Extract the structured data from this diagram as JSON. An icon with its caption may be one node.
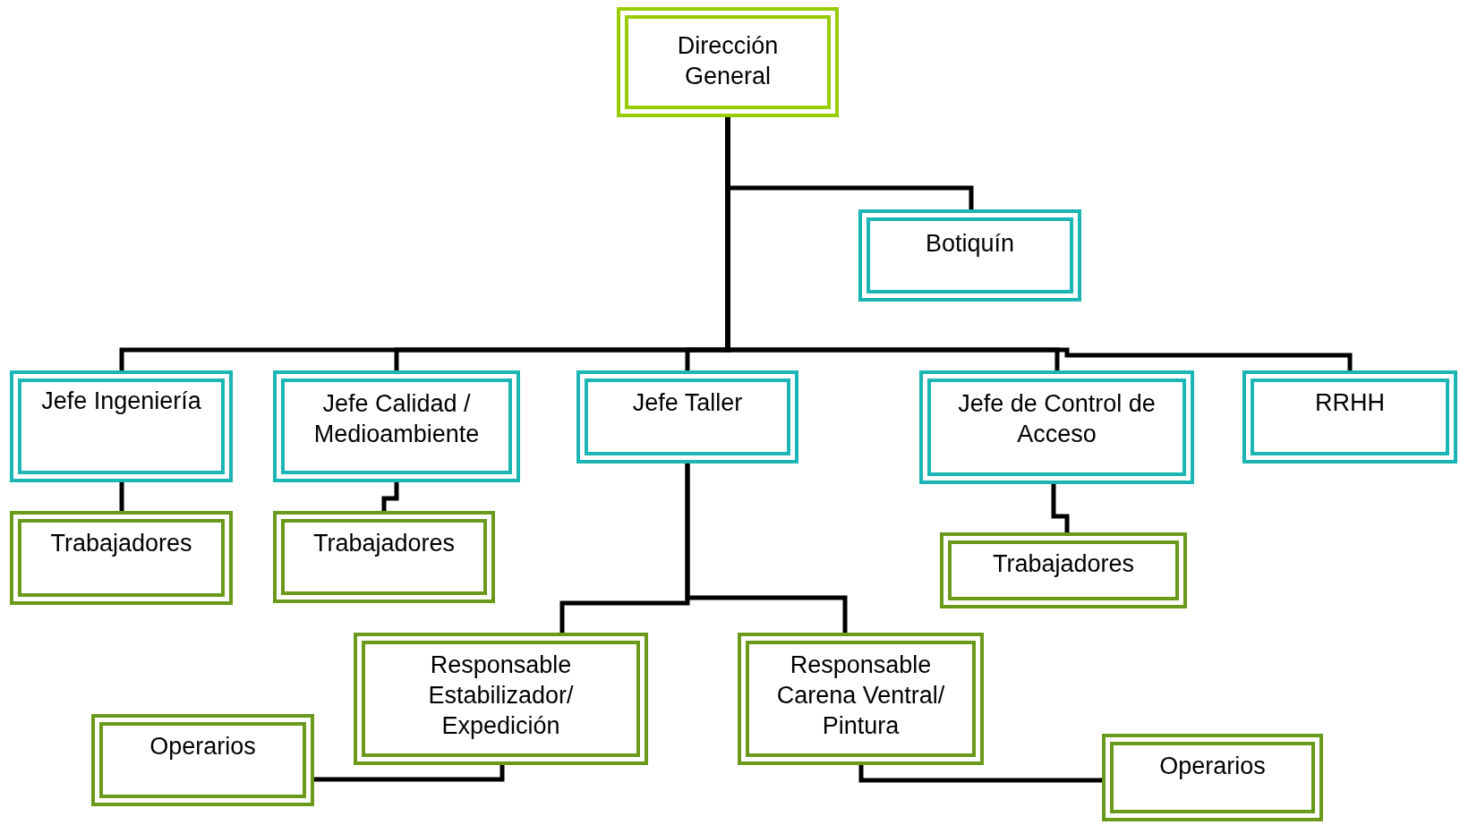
{
  "diagram": {
    "nodes": [
      {
        "text": [
          "Dirección General"
        ]
      },
      {
        "text": [
          "Botiquín"
        ]
      },
      {
        "text": [
          "Jefe Ingeniería"
        ]
      },
      {
        "text": [
          "Jefe Calidad / Medioambiente"
        ]
      },
      {
        "text": [
          "Jefe Taller"
        ]
      },
      {
        "text": [
          "Jefe de Control de Acceso"
        ]
      },
      {
        "text": [
          "RRHH"
        ]
      },
      {
        "text": [
          "Trabajadores"
        ]
      },
      {
        "text": [
          "Trabajadores"
        ]
      },
      {
        "text": [
          "Trabajadores"
        ]
      },
      {
        "text": [
          "Responsable Estabilizador/ Expedición"
        ]
      },
      {
        "text": [
          "Responsable Carena Ventral/ Pintura"
        ]
      },
      {
        "text": [
          "Operarios"
        ]
      },
      {
        "text": [
          "Operarios"
        ]
      }
    ],
    "edges": [
      {
        "from": 0,
        "to": 1,
        "arrow": "none"
      },
      {
        "from": 0,
        "to": 2,
        "arrow": "none"
      },
      {
        "from": 0,
        "to": 3,
        "arrow": "none"
      },
      {
        "from": 0,
        "to": 4,
        "arrow": "none"
      },
      {
        "from": 0,
        "to": 5,
        "arrow": "none"
      },
      {
        "from": 0,
        "to": 6,
        "arrow": "none"
      },
      {
        "from": 2,
        "to": 7,
        "arrow": "none"
      },
      {
        "from": 3,
        "to": 8,
        "arrow": "none"
      },
      {
        "from": 5,
        "to": 9,
        "arrow": "none"
      },
      {
        "from": 4,
        "to": 10,
        "arrow": "none"
      },
      {
        "from": 4,
        "to": 11,
        "arrow": "none"
      },
      {
        "from": 10,
        "to": 12,
        "arrow": "none"
      },
      {
        "from": 11,
        "to": 13,
        "arrow": "none"
      }
    ]
  }
}
